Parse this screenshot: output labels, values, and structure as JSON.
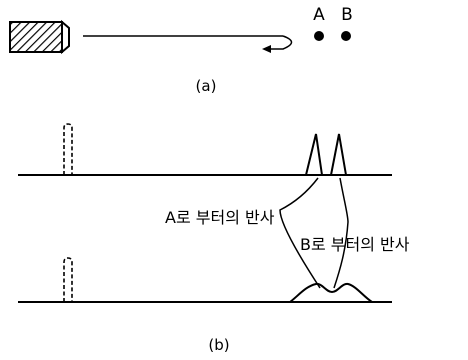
{
  "diagram": {
    "panel_a": {
      "label": "(a)",
      "target_a_label": "A",
      "target_b_label": "B"
    },
    "panel_b": {
      "label": "(b)",
      "echo_a_caption": "A로 부터의 반사",
      "echo_b_caption": "B로 부터의 반사"
    }
  }
}
